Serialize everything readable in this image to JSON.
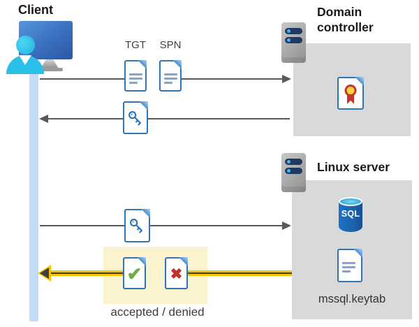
{
  "client": {
    "label": "Client"
  },
  "domain_controller": {
    "label": "Domain controller"
  },
  "linux_server": {
    "label": "Linux server",
    "sql_label": "SQL",
    "keytab_label": "mssql.keytab"
  },
  "messages": {
    "tgt_label": "TGT",
    "spn_label": "SPN",
    "result_label": "accepted / denied"
  },
  "icons": {
    "accept_glyph": "✔",
    "deny_glyph": "✖"
  },
  "colors": {
    "doc_border": "#2E75B6",
    "doc_line": "#7EA6D8",
    "gray_box": "#D9D9D9",
    "yellow_box": "#FAF3CE",
    "arrow_gray": "#595959",
    "arrow_yellow": "#F2C500",
    "arrow_yellow_core": "#3F3F3F",
    "timeline_blue": "#C5DCF7",
    "accept_green": "#70AD47",
    "deny_red": "#C0312B",
    "sql_blue": "#1B67B5",
    "server_bar": "#1F3864",
    "server_dot": "#41B8E8",
    "seal_yellow": "#FFD23B",
    "seal_red": "#C5342C",
    "person_cyan": "#29BFE7",
    "text_dark": "#1A1A1A",
    "text_gray": "#3D3D3D"
  }
}
